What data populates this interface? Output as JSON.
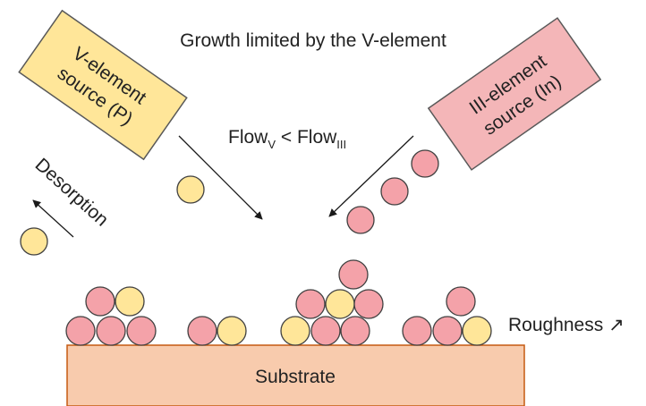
{
  "title": "Growth limited by the V-element",
  "sources": {
    "v_element": {
      "line1": "V-element",
      "line2": "source (P)",
      "fill": "#ffe699",
      "stroke": "#595959"
    },
    "iii_element": {
      "line1": "III-element",
      "line2": "source (In)",
      "fill": "#f4b6b8",
      "stroke": "#595959"
    }
  },
  "flow_label": {
    "prefix": "Flow",
    "sub_left": "V",
    "mid": " < Flow",
    "sub_right": "III"
  },
  "desorption_label": "Desorption",
  "roughness_label": "Roughness ↗",
  "substrate": {
    "label": "Substrate",
    "fill": "#f8cbad",
    "stroke": "#c55a11",
    "text_color": "#843c0c"
  },
  "colors": {
    "v_atom": "#ffe699",
    "iii_atom": "#f4a2a9",
    "atom_stroke": "#404040",
    "arrow": "#1a1a1a"
  },
  "legend_atoms": {
    "v_atom": "yellow circle = V-element atom (P)",
    "iii_atom": "pink circle = III-element atom (In)"
  }
}
